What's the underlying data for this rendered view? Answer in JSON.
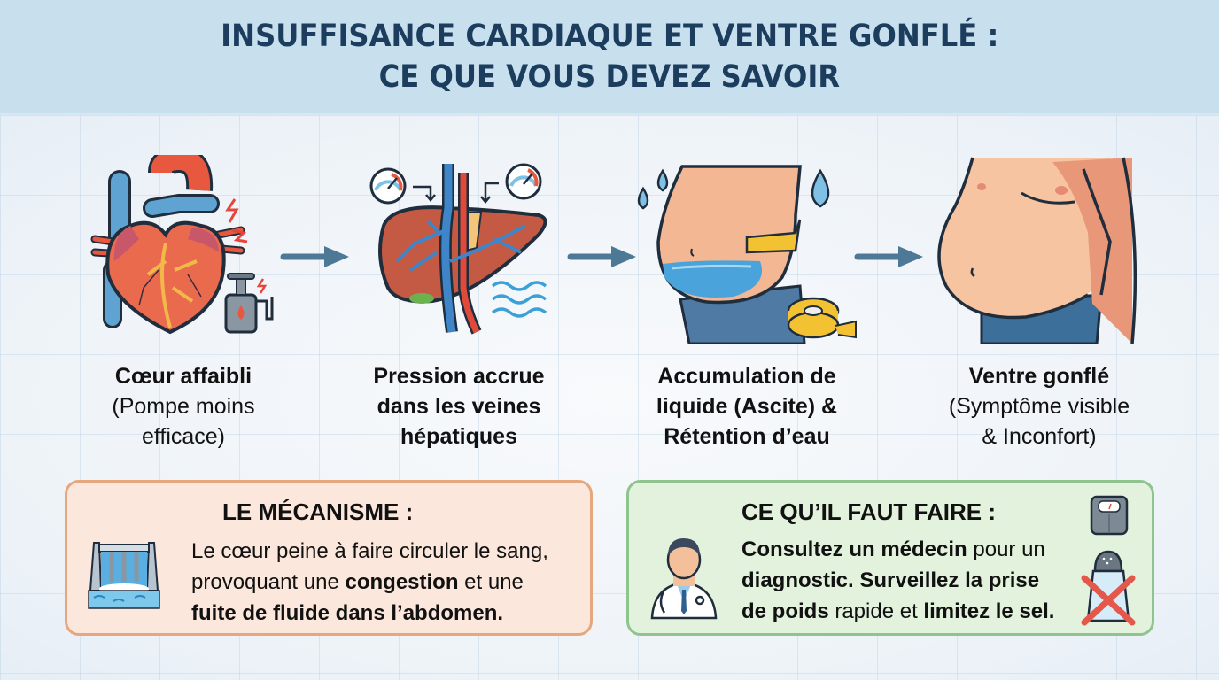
{
  "header": {
    "title_line1": "INSUFFISANCE CARDIAQUE ET VENTRE GONFLÉ :",
    "title_line2": "CE QUE VOUS DEVEZ SAVOIR"
  },
  "colors": {
    "header_bg": "#c8e0ee",
    "title": "#1c3d5e",
    "arrow": "#4d7896",
    "mech_bg": "#fbe7db",
    "mech_border": "#e6a77f",
    "todo_bg": "#e3f2dd",
    "todo_border": "#8fc48e"
  },
  "steps": [
    {
      "icon": "weak-heart-pump-icon",
      "title": "Cœur affaibli",
      "subtitle_line1": "(Pompe moins",
      "subtitle_line2": "efficace)"
    },
    {
      "icon": "liver-pressure-icon",
      "title_line1": "Pression accrue",
      "title_line2": "dans les veines",
      "title_line3": "hépatiques"
    },
    {
      "icon": "ascites-abdomen-icon",
      "title_line1": "Accumulation de",
      "title_line2": "liquide (Ascite) &",
      "title_line3": "Rétention d’eau"
    },
    {
      "icon": "swollen-belly-icon",
      "title": "Ventre gonflé",
      "subtitle_line1": "(Symptôme visible",
      "subtitle_line2": "& Inconfort)"
    }
  ],
  "mechanism": {
    "title": "LE MÉCANISME :",
    "icon": "dam-icon",
    "line1": "Le cœur peine à faire circuler le sang,",
    "line2_a": "provoquant une ",
    "line2_b": "congestion",
    "line2_c": " et une",
    "line3": "fuite de fluide dans l’abdomen."
  },
  "todo": {
    "title": "CE QU’IL FAUT FAIRE :",
    "icons": [
      "doctor-icon",
      "scale-icon",
      "no-salt-icon"
    ],
    "line1_a": "Consultez un médecin",
    "line1_b": " pour un",
    "line2": "diagnostic. Surveillez la prise",
    "line3_a": "de poids",
    "line3_b": " rapide et ",
    "line3_c": "limitez le sel."
  }
}
